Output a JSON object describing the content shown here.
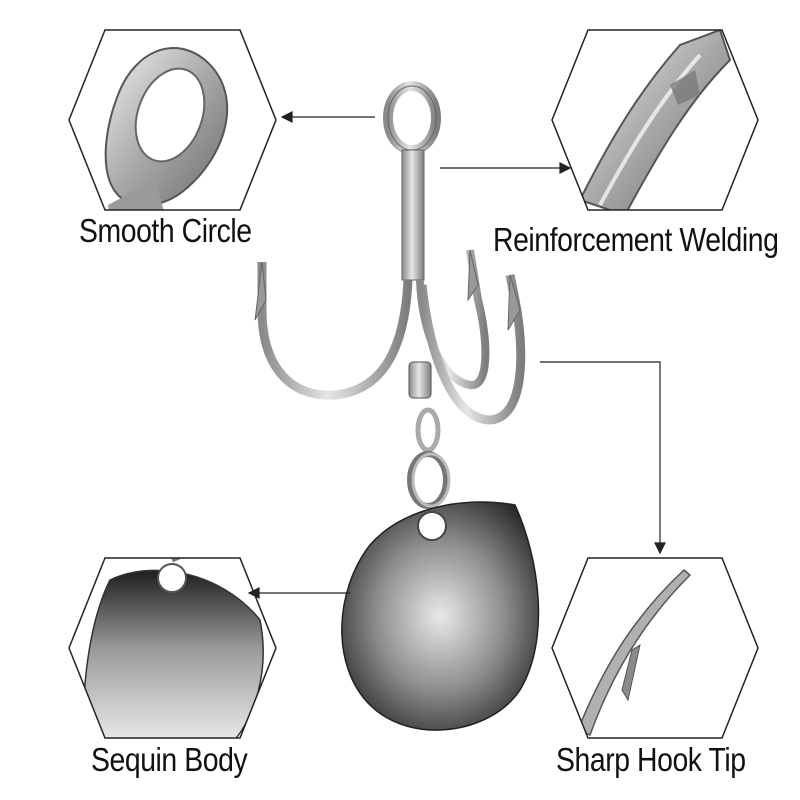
{
  "callouts": {
    "top_left": "Smooth Circle",
    "top_right": "Reinforcement Welding",
    "bottom_left": "Sequin Body",
    "bottom_right": "Sharp Hook Tip"
  },
  "colors": {
    "background": "#ffffff",
    "text": "#111111",
    "outline": "#222222",
    "metal": "#b4b4b4",
    "blade_dark": "#2a2a2a"
  }
}
